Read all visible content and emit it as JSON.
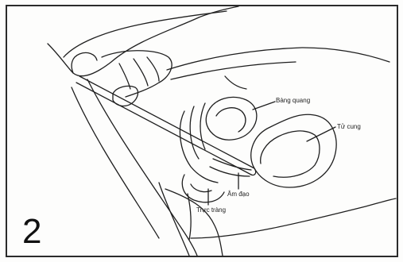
{
  "figure": {
    "number": "2",
    "labels": {
      "bang_quang": "Bàng quang",
      "tu_cung": "Tử cung",
      "am_dao": "Âm đạo",
      "truc_trang": "Trực tràng"
    }
  },
  "colors": {
    "line": "#1f1f1f",
    "background": "#fdfdfc"
  }
}
